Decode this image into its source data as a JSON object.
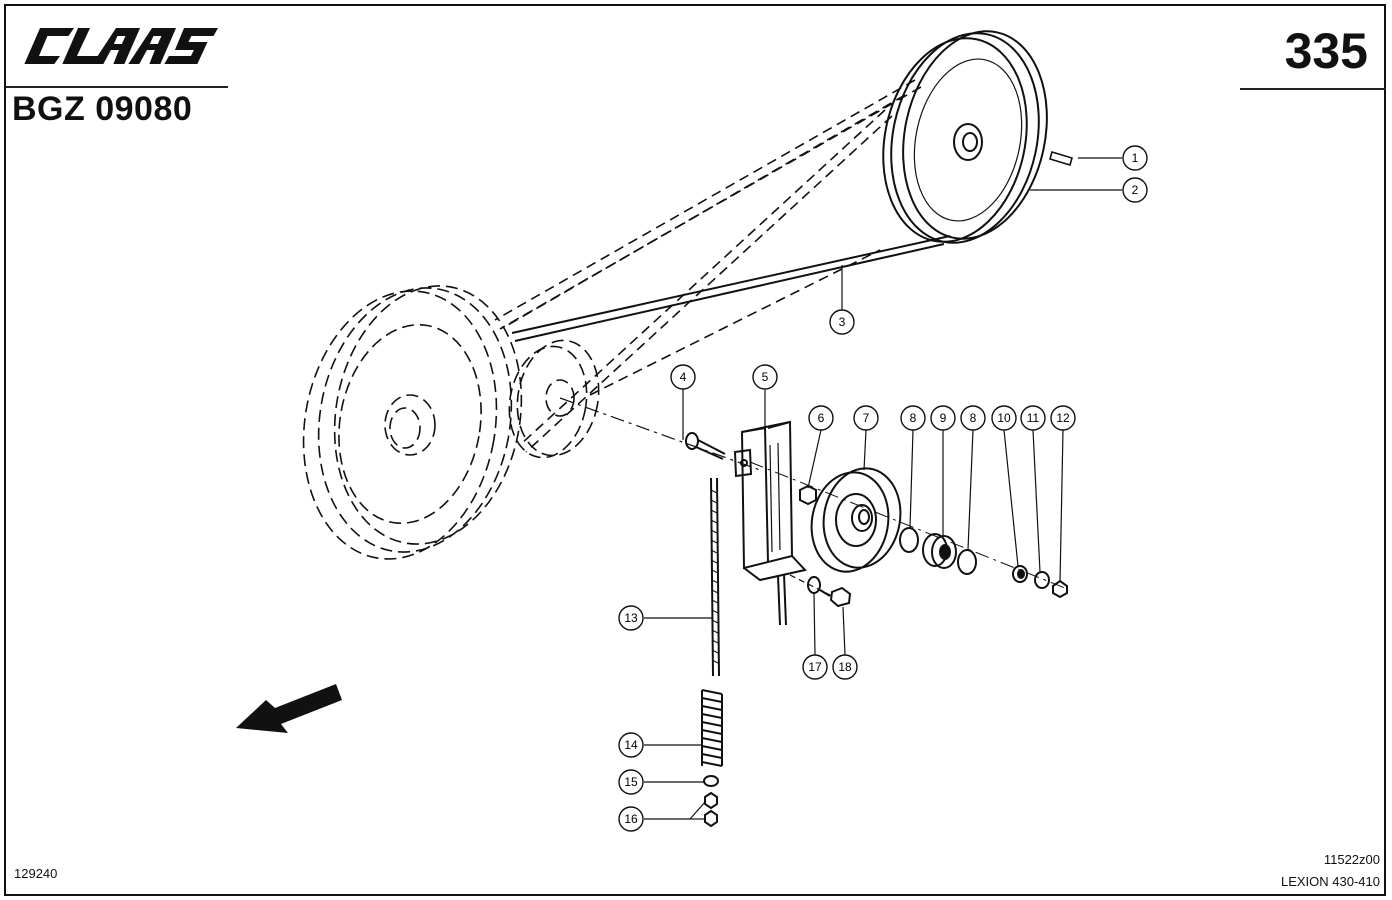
{
  "header": {
    "brand": "CLAAS",
    "document_code": "BGZ 09080",
    "page_number": "335"
  },
  "footer": {
    "drawing_number": "129240",
    "ref_code": "11522z00",
    "model": "LEXION 430-410"
  },
  "callouts": [
    "1",
    "2",
    "3",
    "4",
    "5",
    "6",
    "7",
    "8",
    "9",
    "8",
    "10",
    "11",
    "12",
    "13",
    "14",
    "15",
    "16",
    "17",
    "18"
  ]
}
